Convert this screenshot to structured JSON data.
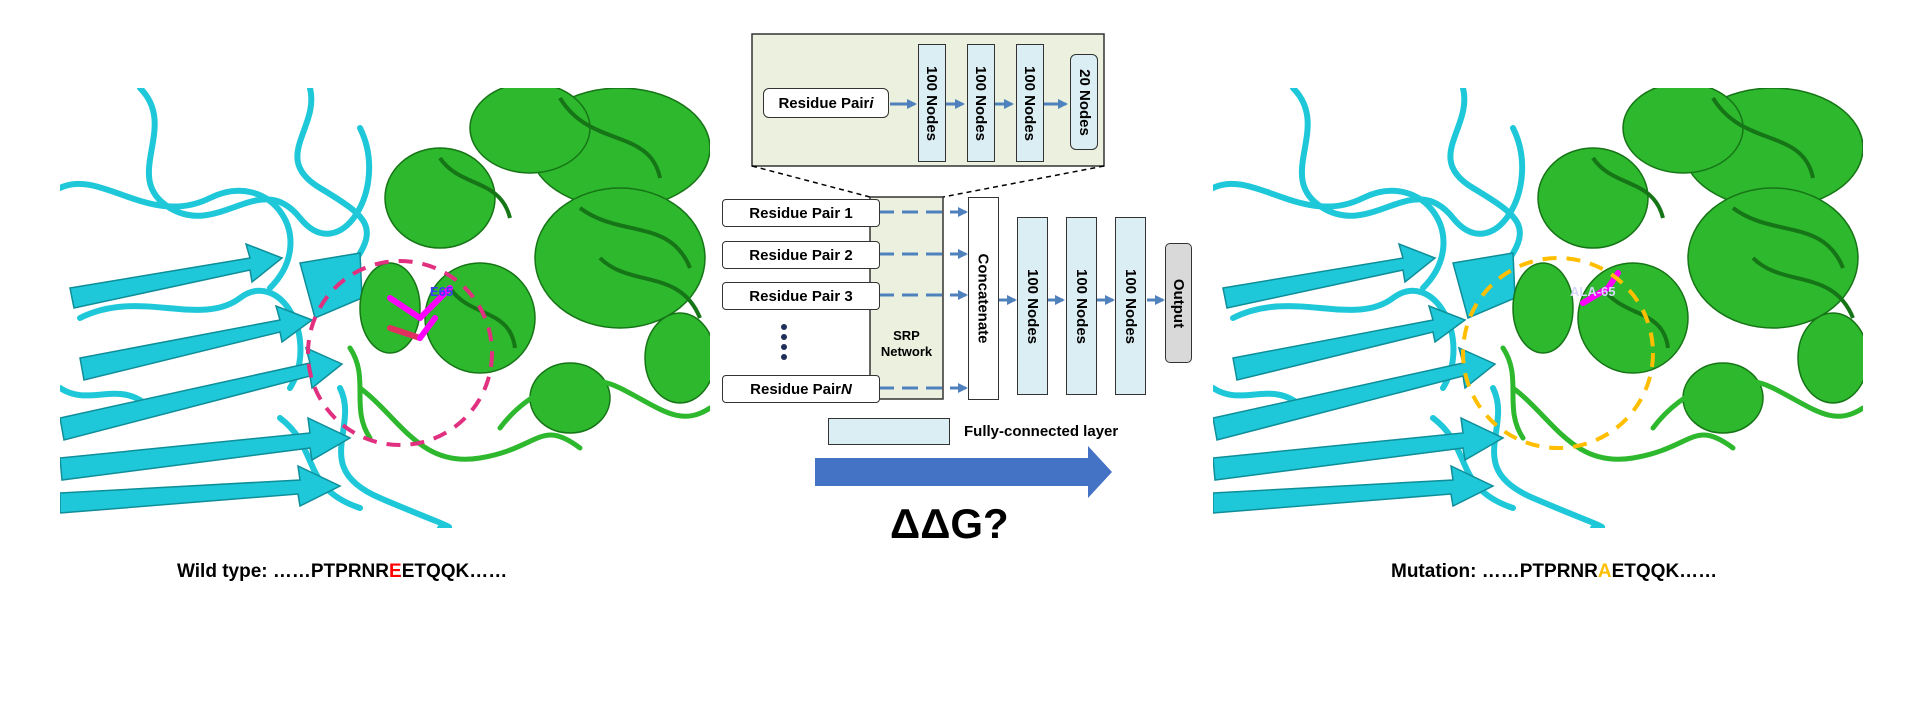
{
  "left_panel": {
    "residue_label": "E65",
    "sequence": {
      "prefix": "Wild type: ……PTPRNR",
      "highlight": "E",
      "suffix": "ETQQK……"
    },
    "circle_color": "#e0307f",
    "highlight_color": "#ff0000"
  },
  "right_panel": {
    "residue_label": "ALA-65",
    "sequence": {
      "prefix": "Mutation: ……PTPRNR",
      "highlight": "A",
      "suffix": "ETQQK……"
    },
    "circle_color": "#ffbf00",
    "highlight_color": "#ffbf00"
  },
  "inset": {
    "input_label": "Residue Pair ",
    "input_italic": "i",
    "layers": [
      "100 Nodes",
      "100 Nodes",
      "100 Nodes",
      "20 Nodes"
    ]
  },
  "network": {
    "inputs": [
      {
        "label": "Residue Pair 1",
        "italic": ""
      },
      {
        "label": "Residue Pair 2",
        "italic": ""
      },
      {
        "label": "Residue Pair 3",
        "italic": ""
      },
      {
        "label": "Residue Pair ",
        "italic": "N"
      }
    ],
    "srp_label_line1": "SRP",
    "srp_label_line2": "Network",
    "concatenate_label": "Concatenate",
    "hidden_layers": [
      "100 Nodes",
      "100 Nodes",
      "100 Nodes"
    ],
    "output_label": "Output",
    "legend_label": "Fully-connected layer"
  },
  "delta_g_label": "ΔΔG?",
  "colors": {
    "helix_green": "#2db82d",
    "strand_cyan": "#1ec8d8",
    "fc_layer_fill": "#dbeef3",
    "srp_fill": "#ebf1de",
    "arrow_blue": "#4f81bd",
    "big_arrow_blue": "#4472c4",
    "output_fill": "#d9d9d9"
  }
}
